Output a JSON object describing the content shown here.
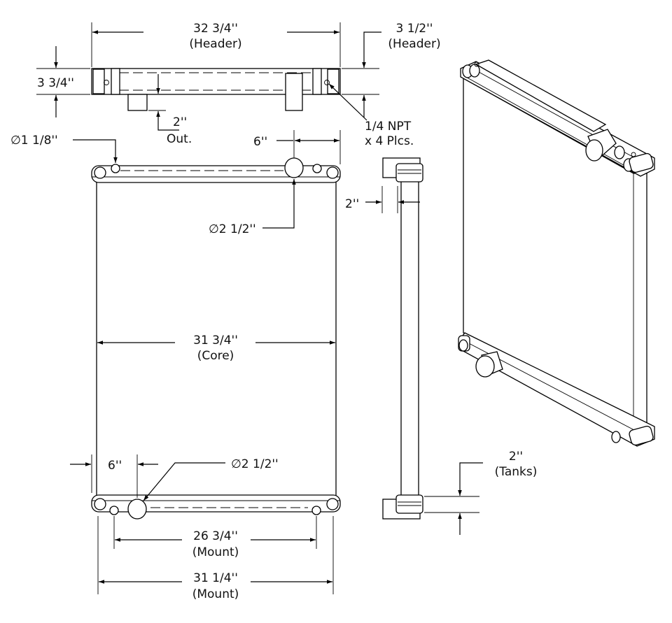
{
  "drawing": {
    "top_view": {
      "header_width": "32 3/4''",
      "header_width_note": "(Header)",
      "header_depth": "3 1/2''",
      "header_depth_note": "(Header)",
      "overall_depth": "3 3/4''",
      "outlet": "2''",
      "outlet_note": "Out.",
      "npt": "1/4 NPT",
      "npt_note": "x 4 Plcs."
    },
    "front_view": {
      "mount_hole_dia": "∅1 1/8''",
      "top_offset": "6''",
      "top_port_dia": "∅2 1/2''",
      "core_width": "31 3/4''",
      "core_note": "(Core)",
      "bottom_offset": "6''",
      "bottom_port_dia": "∅2 1/2''",
      "mount_inner": "26 3/4''",
      "mount_inner_note": "(Mount)",
      "mount_outer": "31 1/4''",
      "mount_outer_note": "(Mount)"
    },
    "side_view": {
      "core_thickness": "2''",
      "tank_height": "2''",
      "tank_note": "(Tanks)"
    }
  }
}
